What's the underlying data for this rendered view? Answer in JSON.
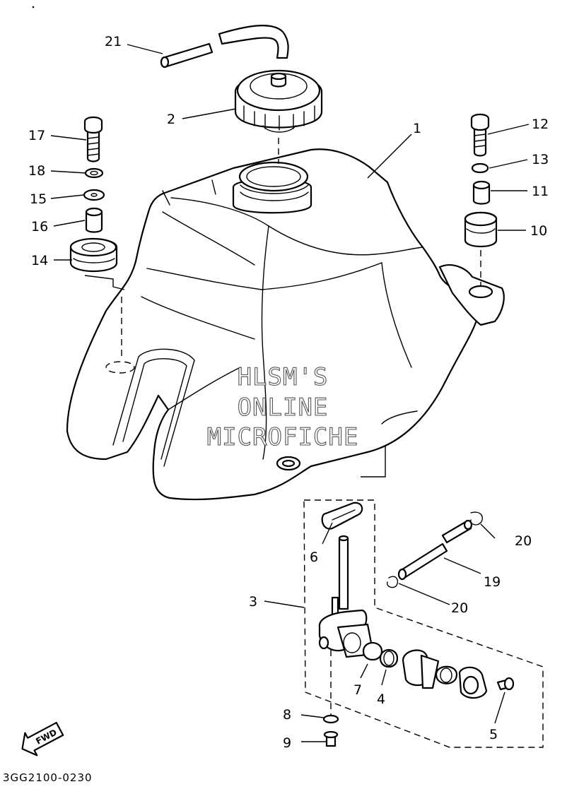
{
  "diagram": {
    "part_code": "3GG2100-0230",
    "fwd_label": "FWD",
    "watermark": [
      "HLSM'S",
      "ONLINE",
      "MICROFICHE"
    ],
    "callouts": {
      "p1": "1",
      "p2": "2",
      "p3": "3",
      "p4": "4",
      "p5": "5",
      "p6": "6",
      "p7": "7",
      "p8": "8",
      "p9": "9",
      "p10": "10",
      "p11": "11",
      "p12": "12",
      "p13": "13",
      "p14": "14",
      "p15": "15",
      "p16": "16",
      "p17": "17",
      "p18": "18",
      "p19": "19",
      "p20a": "20",
      "p20b": "20",
      "p21": "21"
    }
  }
}
